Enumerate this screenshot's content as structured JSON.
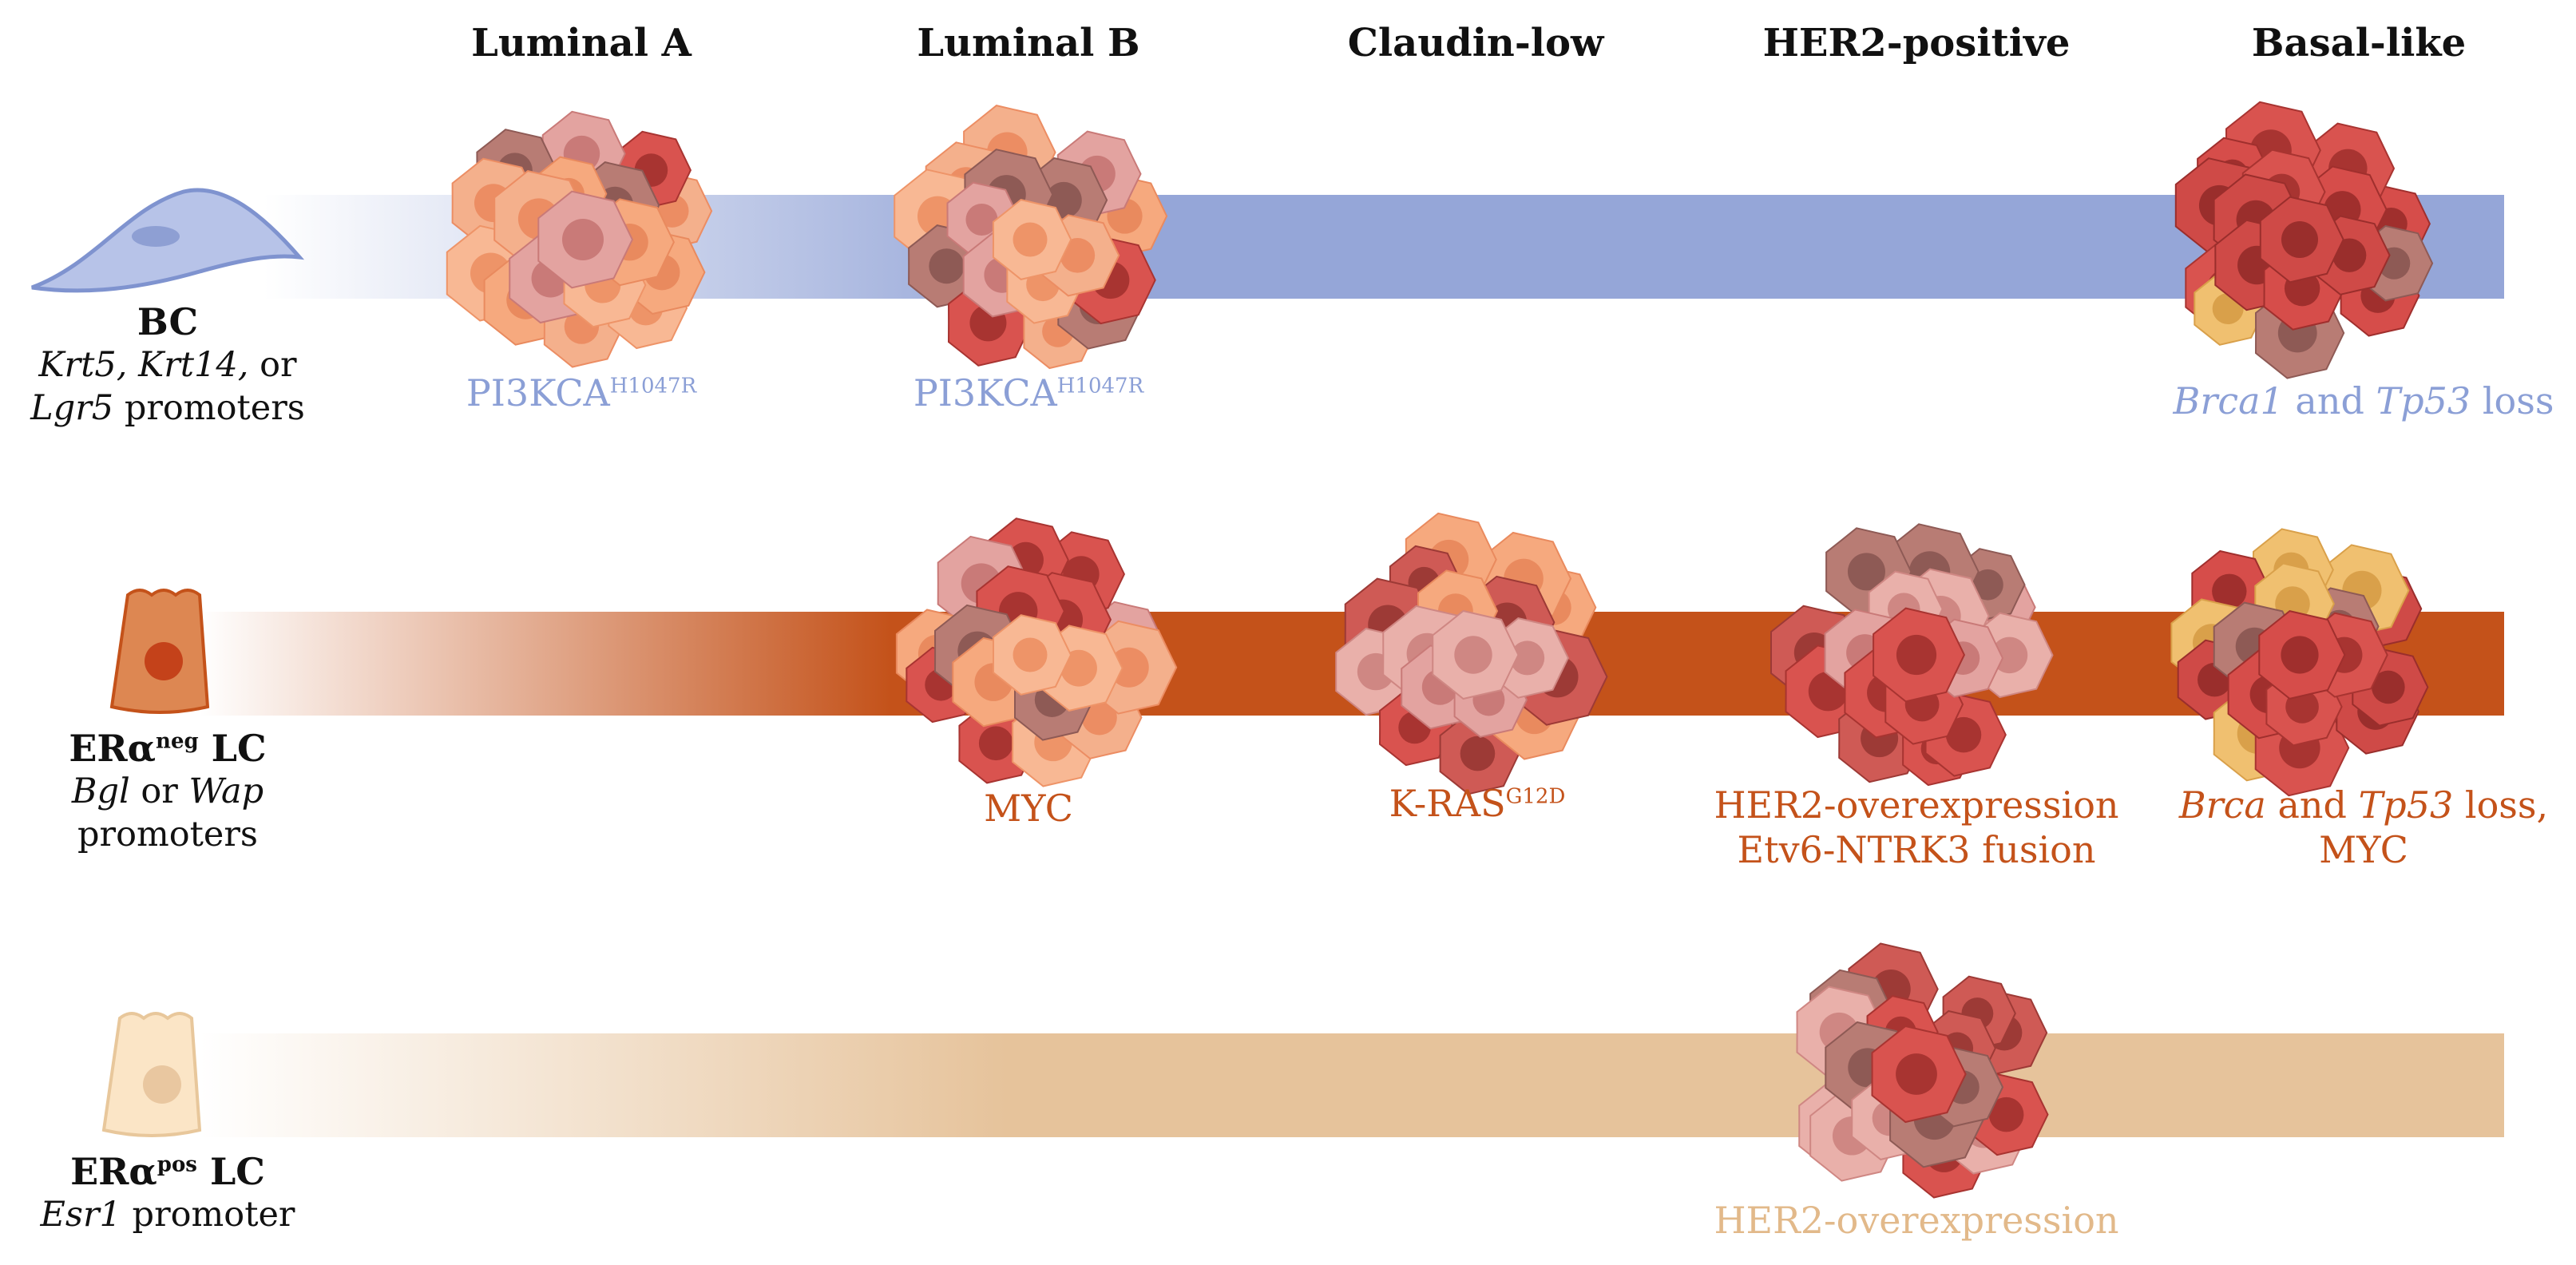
{
  "subtypes": [
    "Luminal A",
    "Luminal B",
    "Claudin-low",
    "HER2-positive",
    "Basal-like"
  ],
  "rows": [
    {
      "id": "bc",
      "name": "BC",
      "name_sup": "",
      "promoter_line1_parts": [
        "Krt5,",
        " ",
        "Krt14,",
        " or"
      ],
      "promoter_line2_parts": [
        "Lgr5",
        "  promoters"
      ],
      "color": "#8b9fd6",
      "mutations": [
        {
          "subtype": "Luminal A",
          "text": "PI3KCA",
          "sup": "H1047R"
        },
        {
          "subtype": "Luminal B",
          "text": "PI3KCA",
          "sup": "H1047R"
        },
        {
          "subtype": "Basal-like",
          "parts": [
            "Brca1",
            " and ",
            "Tp53",
            " loss"
          ]
        }
      ]
    },
    {
      "id": "er-neg-lc",
      "name": "ERα",
      "name_sup": "neg",
      "name_suffix": " LC",
      "promoter_line1_parts": [
        "Bgl",
        " or ",
        "Wap"
      ],
      "promoter_line2_parts": [
        "promoters"
      ],
      "color": "#c4521a",
      "mutations": [
        {
          "subtype": "Luminal B",
          "text": "MYC"
        },
        {
          "subtype": "Claudin-low",
          "text": "K-RAS",
          "sup": "G12D"
        },
        {
          "subtype": "HER2-positive",
          "lines": [
            "HER2-overexpression",
            "Etv6-NTRK3 fusion"
          ]
        },
        {
          "subtype": "Basal-like",
          "parts": [
            "Brca",
            " and ",
            "Tp53",
            " loss,"
          ],
          "line2": "MYC"
        }
      ]
    },
    {
      "id": "er-pos-lc",
      "name": "ERα",
      "name_sup": "pos",
      "name_suffix": " LC",
      "promoter_line1_parts": [
        "Esr1",
        " promoter"
      ],
      "color": "#e2b98a",
      "mutations": [
        {
          "subtype": "HER2-positive",
          "text": "HER2-overexpression"
        }
      ]
    }
  ],
  "colors": {
    "blue_bar": "#95a6d8",
    "rust_bar": "#c4521a",
    "tan_bar": "#e6c39b",
    "tumor_peach": "#f5a57a",
    "tumor_red": "#d9534f",
    "tumor_pink": "#e3a3a0",
    "tumor_yellow": "#f0c070"
  },
  "icons": [
    "basal-cell-icon",
    "luminal-cell-neg-icon",
    "luminal-cell-pos-icon",
    "tumor-cluster-icon"
  ]
}
